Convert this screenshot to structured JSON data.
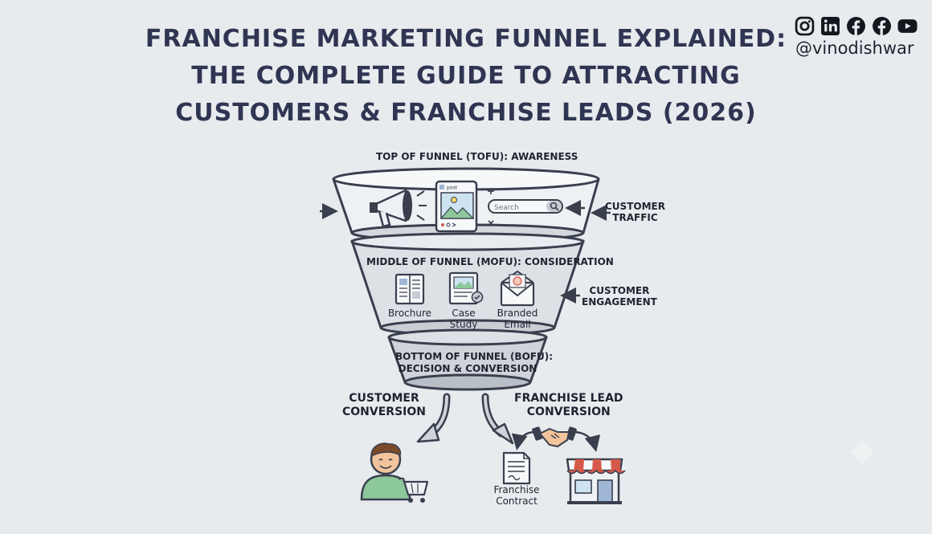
{
  "title": {
    "line1": "FRANCHISE MARKETING FUNNEL EXPLAINED:",
    "line2": "THE COMPLETE GUIDE TO ATTRACTING",
    "line3": "CUSTOMERS & FRANCHISE LEADS (2026)"
  },
  "social": {
    "icons": [
      "instagram-icon",
      "linkedin-icon",
      "facebook-icon",
      "facebook-icon",
      "youtube-icon"
    ],
    "handle": "@vinodishwar"
  },
  "funnel": {
    "top": {
      "label": "TOP OF FUNNEL (TOFU): AWARENESS",
      "post_tag": "post",
      "search_placeholder": "Search"
    },
    "middle": {
      "label": "MIDDLE OF FUNNEL (MOFU): CONSIDERATION",
      "items": [
        {
          "line1": "Brochure",
          "line2": ""
        },
        {
          "line1": "Case",
          "line2": "Study"
        },
        {
          "line1": "Branded",
          "line2": "Email"
        }
      ]
    },
    "bottom": {
      "line1": "BOTTOM OF FUNNEL (BOFU):",
      "line2": "DECISION & CONVERSION"
    }
  },
  "side_labels": {
    "traffic": {
      "line1": "CUSTOMER",
      "line2": "TRAFFIC"
    },
    "engagement": {
      "line1": "CUSTOMER",
      "line2": "ENGAGEMENT"
    }
  },
  "outcomes": {
    "customer": {
      "line1": "CUSTOMER",
      "line2": "CONVERSION"
    },
    "franchise": {
      "line1": "FRANCHISE LEAD",
      "line2": "CONVERSION"
    },
    "contract": {
      "line1": "Franchise",
      "line2": "Contract"
    }
  },
  "colors": {
    "background": "#e7ebee",
    "funnel_fill": "#eef1f4",
    "outline": "#3a3f4e",
    "title": "#2f3552",
    "accent_green": "#8cc89a",
    "accent_red": "#d65a4a",
    "skin": "#f2c49b"
  }
}
